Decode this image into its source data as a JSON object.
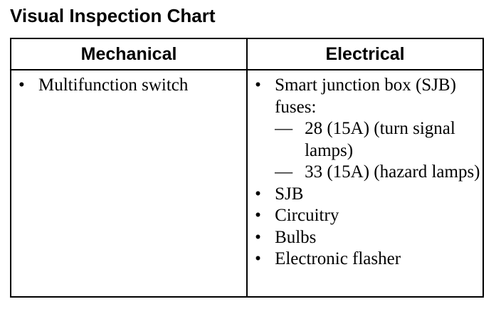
{
  "title": "Visual Inspection Chart",
  "table": {
    "headers": [
      "Mechanical",
      "Electrical"
    ],
    "mechanical": {
      "items": [
        "Multifunction switch"
      ]
    },
    "electrical": {
      "items": [
        {
          "text": "Smart junction box (SJB) fuses:",
          "subitems": [
            "28 (15A) (turn signal lamps)",
            "33 (15A) (hazard lamps)"
          ]
        },
        {
          "text": "SJB"
        },
        {
          "text": "Circuitry"
        },
        {
          "text": "Bulbs"
        },
        {
          "text": "Electronic flasher"
        }
      ]
    }
  },
  "glyphs": {
    "bullet": "•",
    "dash": "—"
  }
}
